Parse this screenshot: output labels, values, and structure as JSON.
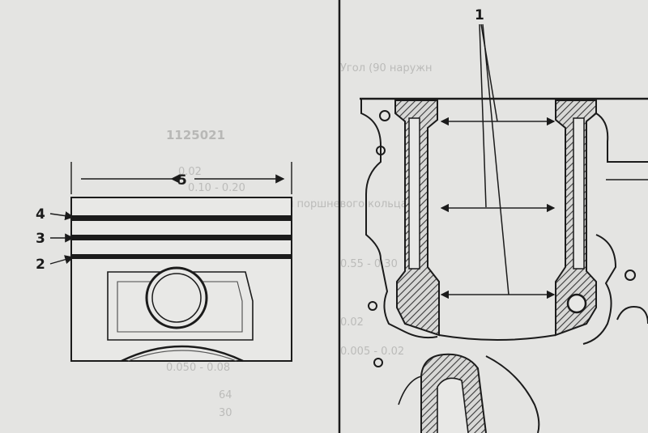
{
  "figure": {
    "left_panel": {
      "name": "piston",
      "callouts": [
        {
          "id": "ring-groove-top",
          "label": "4"
        },
        {
          "id": "ring-groove-middle",
          "label": "3"
        },
        {
          "id": "ring-groove-bottom",
          "label": "2"
        },
        {
          "id": "piston-diameter",
          "label": "5"
        }
      ]
    },
    "right_panel": {
      "name": "cylinder-block-section",
      "callouts": [
        {
          "id": "bore-measurement-points",
          "label": "1"
        }
      ]
    },
    "bleed_through_text": [
      "Угол (90 наружн",
      "1125021",
      "0.02",
      "0.10 - 0.20",
      "оссителя поршневого кольца",
      "0.55 - 0.30",
      "0.02",
      "0.005 - 0.02",
      "0.050 - 0.08",
      "64",
      "30"
    ],
    "colors": {
      "paper": "#e4e4e2",
      "ink": "#1b1b1b",
      "hatch": "#3a3a3a"
    }
  }
}
